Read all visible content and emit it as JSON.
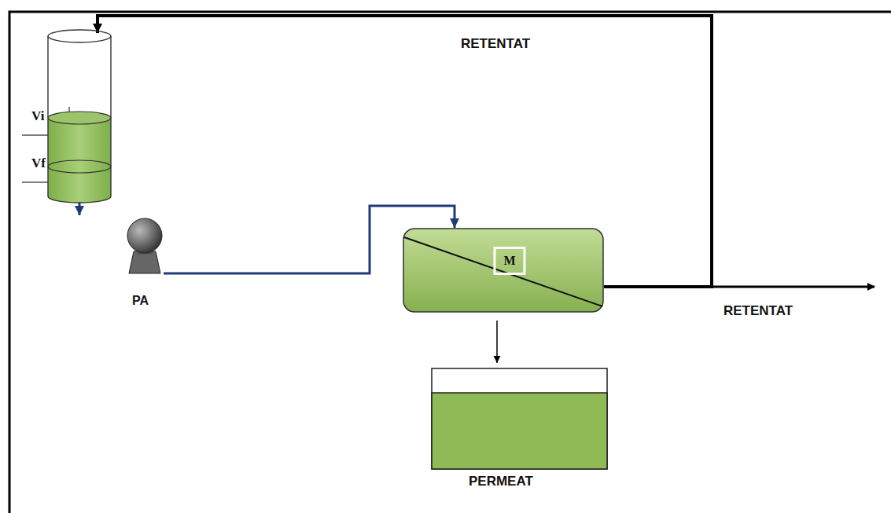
{
  "diagram": {
    "nodes": [
      {
        "text": [
          "Vi",
          "Vf"
        ]
      },
      {
        "text": [
          "PA"
        ]
      },
      {
        "text": [
          "M"
        ]
      },
      {
        "text": [
          "PERMEAT"
        ]
      }
    ],
    "edges": [
      {
        "from": 0,
        "to": 1,
        "arrow": "to"
      },
      {
        "from": 1,
        "to": 2,
        "arrow": "to"
      },
      {
        "from": 2,
        "to": 0,
        "arrow": "to",
        "label": "RETENTAT"
      },
      {
        "from": 2,
        "to": 3,
        "arrow": "to"
      }
    ],
    "labels": [
      "RETENTAT"
    ]
  }
}
